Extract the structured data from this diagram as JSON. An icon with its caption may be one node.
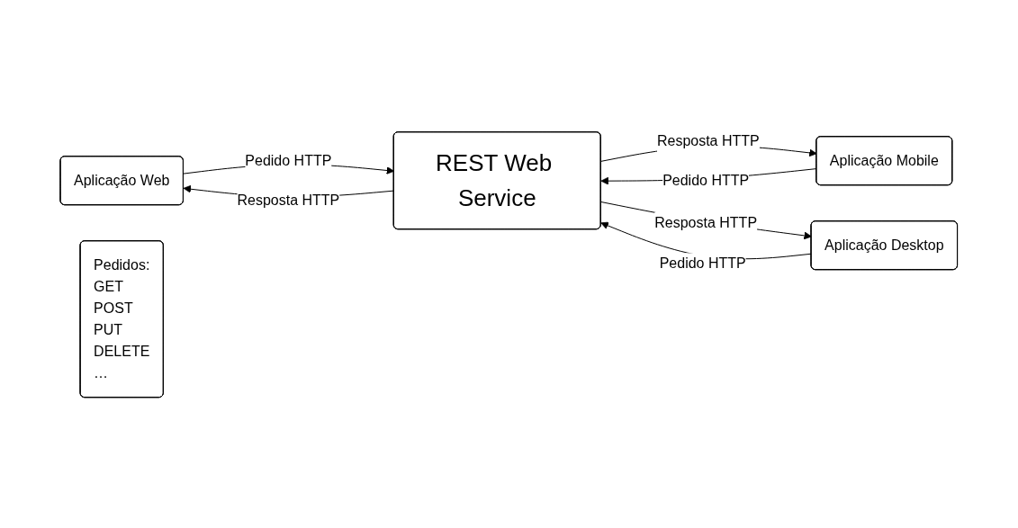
{
  "diagram": {
    "nodes": [
      {
        "text": [
          "Aplicação Web"
        ]
      },
      {
        "text": [
          "Aplicação Mobile"
        ]
      },
      {
        "text": [
          "Aplicação Desktop"
        ]
      },
      {
        "text": [
          "REST Web Service"
        ]
      },
      {
        "text": [
          "Pedidos:",
          "GET",
          "POST",
          "PUT",
          "DELETE",
          "…"
        ]
      }
    ],
    "edges": [
      {
        "from": 3,
        "to": 0,
        "arrow": "to",
        "label": "Resposta HTTP"
      },
      {
        "from": 0,
        "to": 3,
        "arrow": "to",
        "label": "Pedido HTTP"
      },
      {
        "from": 1,
        "to": 3,
        "arrow": "to",
        "label": "Pedido HTTP"
      },
      {
        "from": 3,
        "to": 1,
        "arrow": "to",
        "label": "Resposta HTTP"
      },
      {
        "from": 2,
        "to": 3,
        "arrow": "to",
        "label": "Pedido HTTP"
      },
      {
        "from": 3,
        "to": 2,
        "arrow": "to",
        "label": "Resposta HTTP"
      }
    ]
  }
}
